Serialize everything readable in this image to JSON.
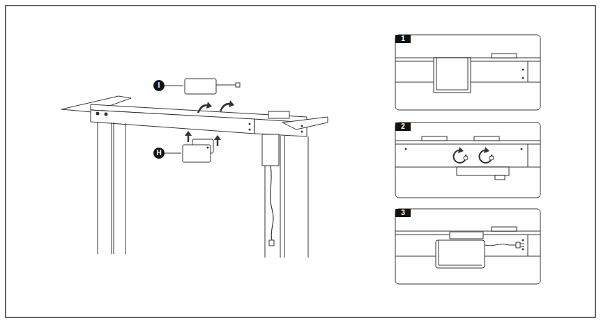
{
  "diagram": {
    "labels": [
      "I",
      "H",
      "1",
      "2",
      "3"
    ]
  }
}
